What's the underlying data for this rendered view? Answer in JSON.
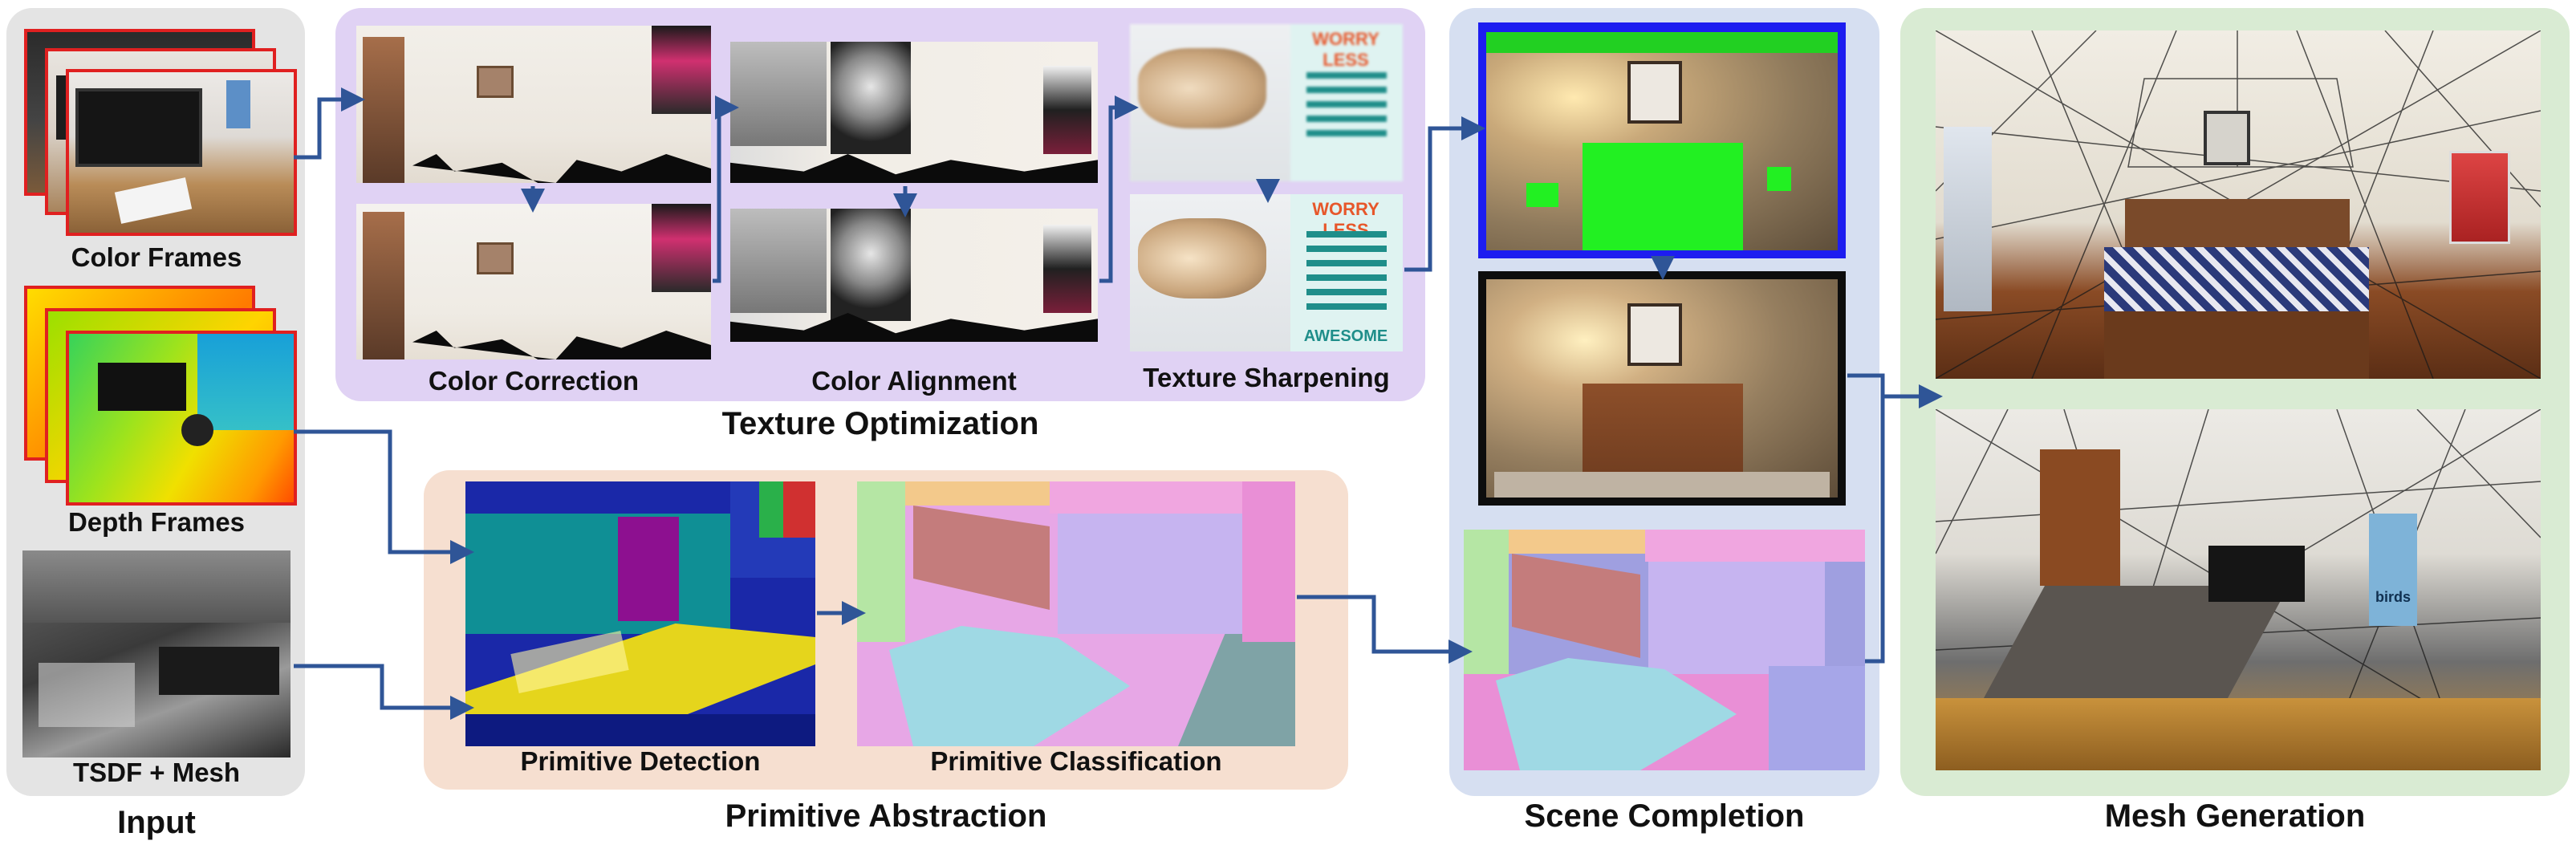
{
  "colors": {
    "input_panel": "#e4e4e4",
    "texture_panel": "#e0d2f4",
    "primitive_panel": "#f6dfd0",
    "scene_panel": "#d6dff1",
    "mesh_panel": "#d9ebd3",
    "arrow": "#2f5597"
  },
  "input": {
    "group_label": "Input",
    "color_frames_label": "Color Frames",
    "depth_frames_label": "Depth Frames",
    "tsdf_label": "TSDF + Mesh"
  },
  "texture": {
    "group_label": "Texture Optimization",
    "color_correction_label": "Color Correction",
    "color_alignment_label": "Color Alignment",
    "texture_sharpening_label": "Texture Sharpening",
    "poster_text_1": "WORRY LESS",
    "poster_text_2": "WORRY LESS",
    "poster_text_3": "AWESOME"
  },
  "primitive": {
    "group_label": "Primitive Abstraction",
    "detection_label": "Primitive Detection",
    "classification_label": "Primitive Classification"
  },
  "scene": {
    "group_label": "Scene Completion"
  },
  "mesh": {
    "group_label": "Mesh Generation",
    "poster_text": "birds"
  }
}
